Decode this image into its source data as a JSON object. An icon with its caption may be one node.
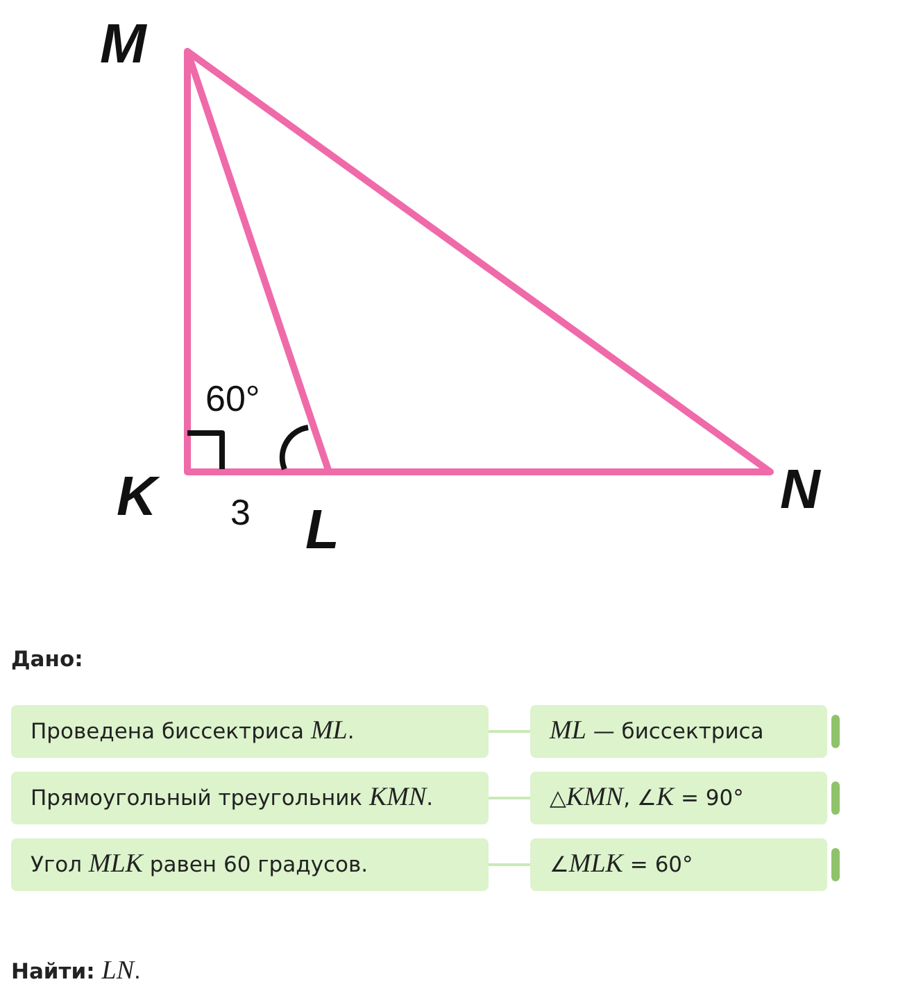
{
  "diagram": {
    "nodes": [
      {
        "text": [
          "Проведена биссектриса *ML*."
        ]
      },
      {
        "text": [
          "*ML* — биссектриса"
        ]
      },
      {
        "text": [
          "Прямоугольный треугольник *KMN*."
        ]
      },
      {
        "text": [
          "△*KMN*, ∠*K* = 90°"
        ]
      },
      {
        "text": [
          "Угол *MLK* равен 60 градусов."
        ]
      },
      {
        "text": [
          "∠*MLK* = 60°"
        ]
      }
    ],
    "edges": [
      {
        "from": 0,
        "to": 1,
        "arrow": "none"
      },
      {
        "from": 2,
        "to": 3,
        "arrow": "none"
      },
      {
        "from": 4,
        "to": 5,
        "arrow": "none"
      }
    ],
    "labels": [
      "M",
      "60°",
      "K",
      "N",
      "3",
      "L",
      "Дано:",
      "**Найти:** *LN*."
    ]
  }
}
